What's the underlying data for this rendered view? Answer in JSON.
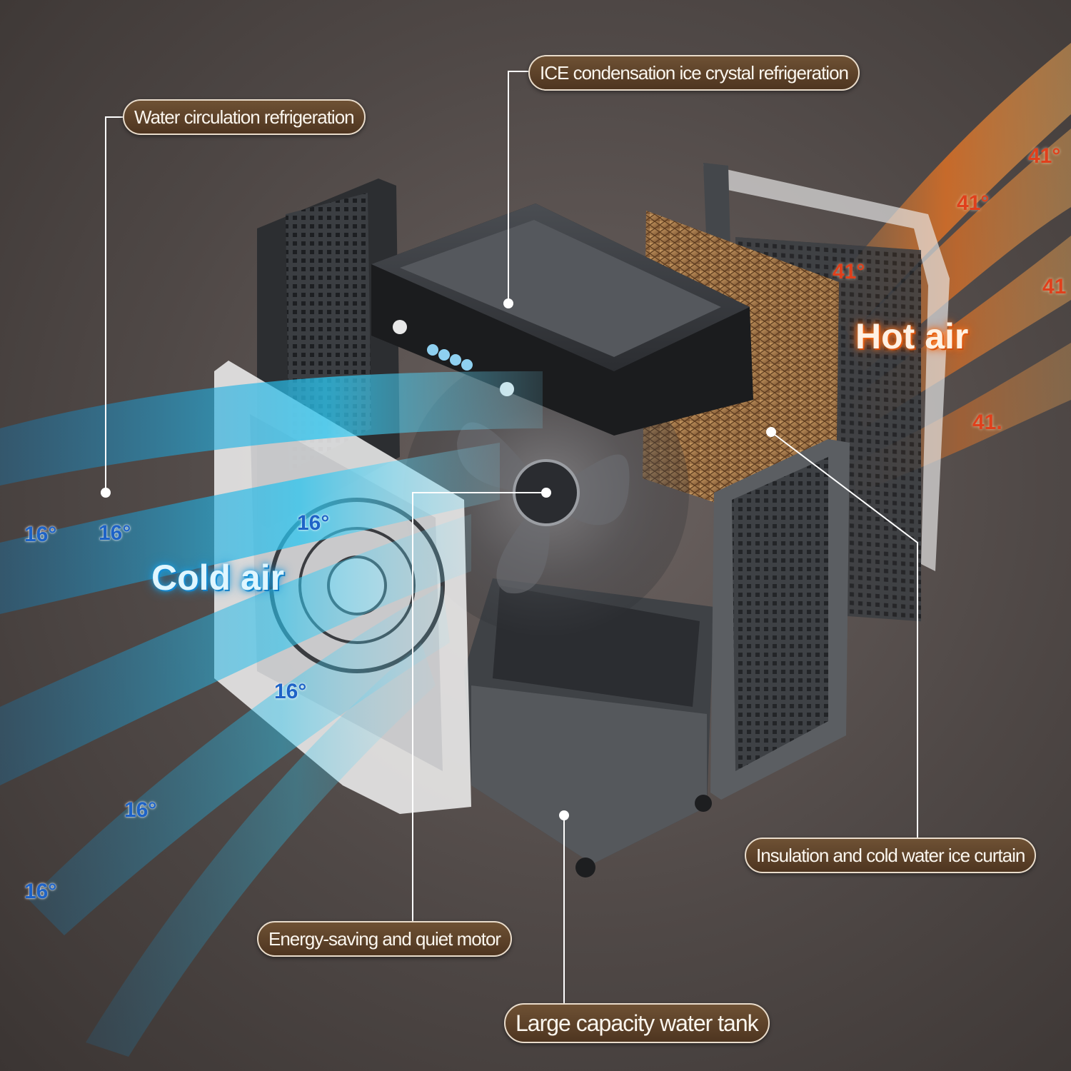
{
  "callouts": {
    "water_circulation": "Water circulation refrigeration",
    "ice_condensation": "ICE condensation ice crystal refrigeration",
    "motor": "Energy-saving and quiet motor",
    "tank": "Large capacity water tank",
    "curtain": "Insulation and cold water ice curtain"
  },
  "air": {
    "cold_label": "Cold air",
    "hot_label": "Hot air"
  },
  "temps": {
    "cold": [
      "16°",
      "16°",
      "16°",
      "16°",
      "16°",
      "16°"
    ],
    "hot": [
      "41°",
      "41°",
      "41°",
      "41",
      "41."
    ]
  },
  "colors": {
    "cold_stream": "#27c3ee",
    "hot_stream": "#f07a22",
    "callout_fill": "#5e4229",
    "callout_border": "#e9dccb",
    "body_dark": "#2e3033",
    "body_grey": "#55585c"
  }
}
